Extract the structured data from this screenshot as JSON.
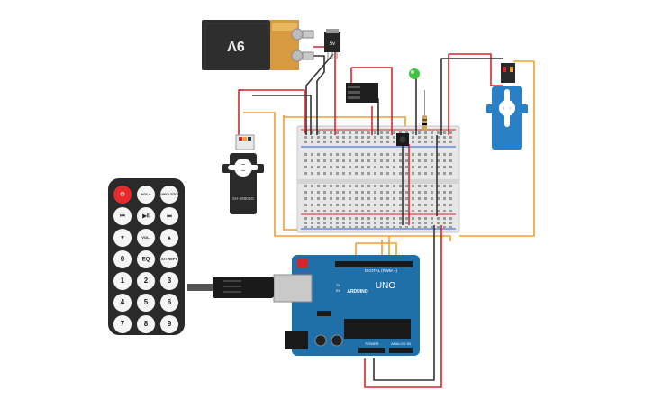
{
  "battery": {
    "label": "9V"
  },
  "regulator": {
    "label": "5v"
  },
  "servo_left": {
    "label": "SH-5890BG"
  },
  "arduino": {
    "model": "UNO",
    "brand": "ARDUINO",
    "digital_label": "DIGITAL (PWM ~)",
    "power_label": "POWER",
    "analog_label": "ANALOG IN",
    "tx_label": "TX",
    "rx_label": "RX"
  },
  "remote": {
    "buttons": [
      [
        "⏻",
        "VOL+",
        "FUNC/ STOP"
      ],
      [
        "⏮",
        "▶‖",
        "⏭"
      ],
      [
        "▼",
        "VOL-",
        "▲"
      ],
      [
        "0",
        "EQ",
        "ST/ REPT"
      ],
      [
        "1",
        "2",
        "3"
      ],
      [
        "4",
        "5",
        "6"
      ],
      [
        "7",
        "8",
        "9"
      ]
    ]
  },
  "colors": {
    "wire_red": "#d7262b",
    "wire_black": "#333333",
    "wire_orange": "#f0a030",
    "arduino_blue": "#1f6fa8",
    "servo_blue": "#2b7fc4",
    "led_green": "#3ec43e"
  }
}
